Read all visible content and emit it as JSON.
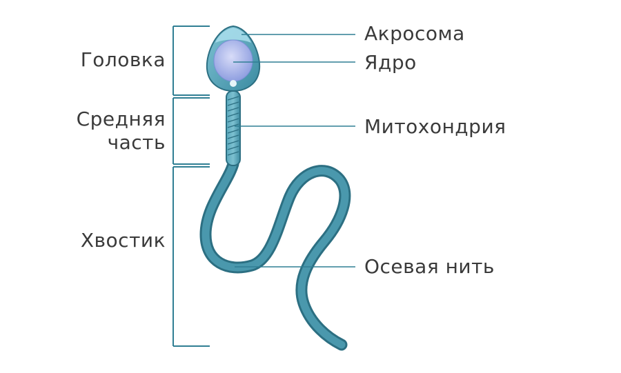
{
  "diagram": {
    "left_labels": {
      "head": "Головка",
      "midpiece_line1": "Средняя",
      "midpiece_line2": "часть",
      "tail": "Хвостик"
    },
    "right_labels": {
      "acrosome": "Акросома",
      "nucleus": "Ядро",
      "mitochondria": "Митохондрия",
      "axial_filament": "Осевая нить"
    },
    "colors": {
      "cell_body": "#3f8fa6",
      "cell_outline": "#2c6f82",
      "acrosome": "#9fd3e0",
      "nucleus": "#a7b5e8",
      "leader_line": "#2f7e93",
      "bracket": "#2f7e93",
      "text": "#3a3a3a"
    }
  }
}
